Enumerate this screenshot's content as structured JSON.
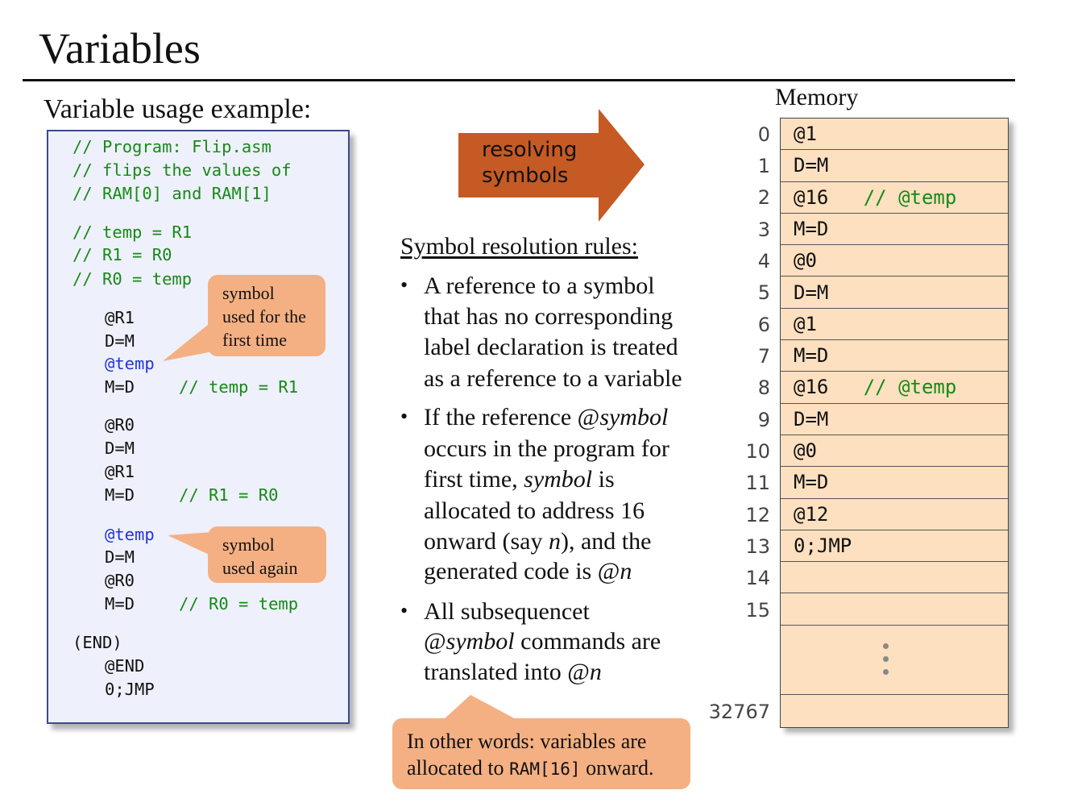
{
  "slide": {
    "title": "Variables",
    "example_heading": "Variable usage example:"
  },
  "code": {
    "lines": [
      "// Program: Flip.asm",
      "// flips the values of",
      "// RAM[0] and RAM[1]",
      "// temp = R1",
      "// R1 = R0",
      "// R0 = temp",
      "@R1",
      "D=M",
      "@temp",
      "M=D",
      "// temp = R1",
      "@R0",
      "D=M",
      "@R1",
      "M=D",
      "// R1 = R0",
      "@temp",
      "D=M",
      "@R0",
      "M=D",
      "// R0 = temp",
      "(END)",
      "@END",
      "0;JMP"
    ]
  },
  "callouts": {
    "first_time": "symbol\nused for the\nfirst time",
    "again": "symbol\nused again"
  },
  "arrow": {
    "label": "resolving\nsymbols"
  },
  "rules": {
    "heading": "Symbol resolution rules:",
    "r1_l1": "A reference to a symbol",
    "r1_l2": "that has no corresponding",
    "r1_l3": "label declaration is treated",
    "r1_l4": "as a reference to a variable",
    "r2_l1a": "If the reference @",
    "r2_l1b": "symbol",
    "r2_l2": "occurs in the program for",
    "r2_l3a": "first time, ",
    "r2_l3b": "symbol",
    "r2_l3c": " is",
    "r2_l4": "allocated to address 16",
    "r2_l5a": "onward (say ",
    "r2_l5b": "n",
    "r2_l5c": "), and the",
    "r2_l6a": "generated code is @",
    "r2_l6b": "n",
    "r3_l1": "All subsequencet",
    "r3_l2a": "@",
    "r3_l2b": "symbol",
    "r3_l2c": " commands are",
    "r3_l3a": "translated into @",
    "r3_l3b": "n"
  },
  "note": {
    "l1": "In other words: variables are",
    "l2a": "allocated to ",
    "l2b": "RAM[16]",
    "l2c": " onward."
  },
  "memory": {
    "title": "Memory",
    "rows": [
      {
        "addr": "0",
        "code": "@1",
        "comment": ""
      },
      {
        "addr": "1",
        "code": "D=M",
        "comment": ""
      },
      {
        "addr": "2",
        "code": "@16",
        "comment": "// @temp"
      },
      {
        "addr": "3",
        "code": "M=D",
        "comment": ""
      },
      {
        "addr": "4",
        "code": "@0",
        "comment": ""
      },
      {
        "addr": "5",
        "code": "D=M",
        "comment": ""
      },
      {
        "addr": "6",
        "code": "@1",
        "comment": ""
      },
      {
        "addr": "7",
        "code": "M=D",
        "comment": ""
      },
      {
        "addr": "8",
        "code": "@16",
        "comment": "// @temp"
      },
      {
        "addr": "9",
        "code": "D=M",
        "comment": ""
      },
      {
        "addr": "10",
        "code": "@0",
        "comment": ""
      },
      {
        "addr": "11",
        "code": "M=D",
        "comment": ""
      },
      {
        "addr": "12",
        "code": "@12",
        "comment": ""
      },
      {
        "addr": "13",
        "code": "0;JMP",
        "comment": ""
      },
      {
        "addr": "14",
        "code": "",
        "comment": ""
      },
      {
        "addr": "15",
        "code": "",
        "comment": ""
      }
    ],
    "last_addr": "32767"
  }
}
